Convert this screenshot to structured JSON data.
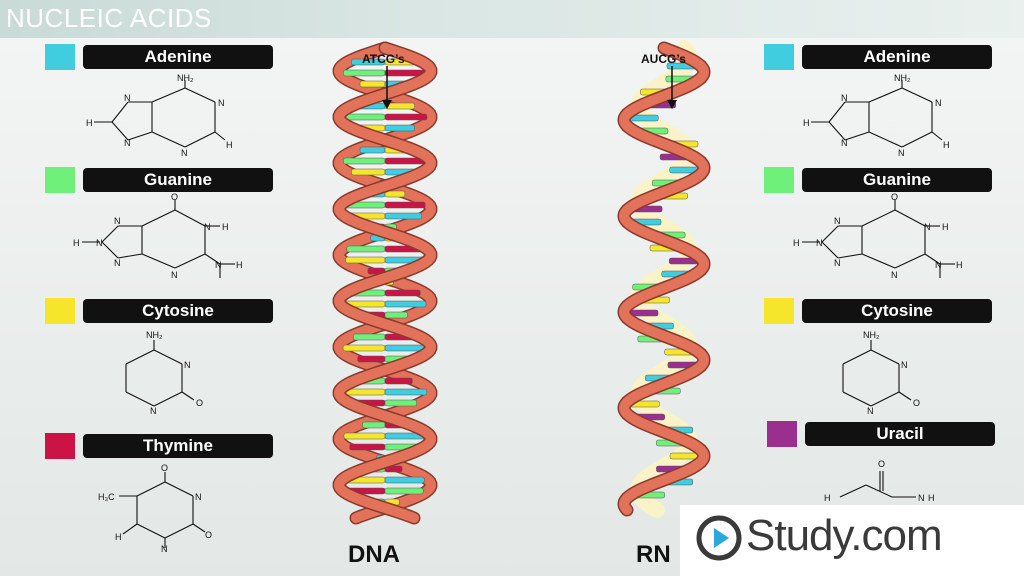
{
  "title": "NUCLEIC ACIDS",
  "colors": {
    "adenine": "#3fcddf",
    "guanine": "#6ff07a",
    "cytosine": "#f5e62c",
    "thymine": "#cc1346",
    "uracil": "#9b2f8f",
    "strand": "#e2735a",
    "strand_edge": "#8a3a2c",
    "backbone": "#fbf3c8"
  },
  "left_bases": [
    {
      "name": "Adenine",
      "color_key": "adenine"
    },
    {
      "name": "Guanine",
      "color_key": "guanine"
    },
    {
      "name": "Cytosine",
      "color_key": "cytosine"
    },
    {
      "name": "Thymine",
      "color_key": "thymine"
    }
  ],
  "right_bases": [
    {
      "name": "Adenine",
      "color_key": "adenine"
    },
    {
      "name": "Guanine",
      "color_key": "guanine"
    },
    {
      "name": "Cytosine",
      "color_key": "cytosine"
    },
    {
      "name": "Uracil",
      "color_key": "uracil"
    }
  ],
  "atoms": {
    "nh2": "NH₂",
    "n": "N",
    "h": "H",
    "o": "O",
    "c": "C",
    "h3c": "H₃C"
  },
  "dna": {
    "label": "DNA",
    "annotation": "ATCG’s"
  },
  "rna": {
    "label": "RN",
    "annotation": "AUCG’s"
  },
  "logo": {
    "text": "Study.com",
    "icon": "play-icon"
  }
}
